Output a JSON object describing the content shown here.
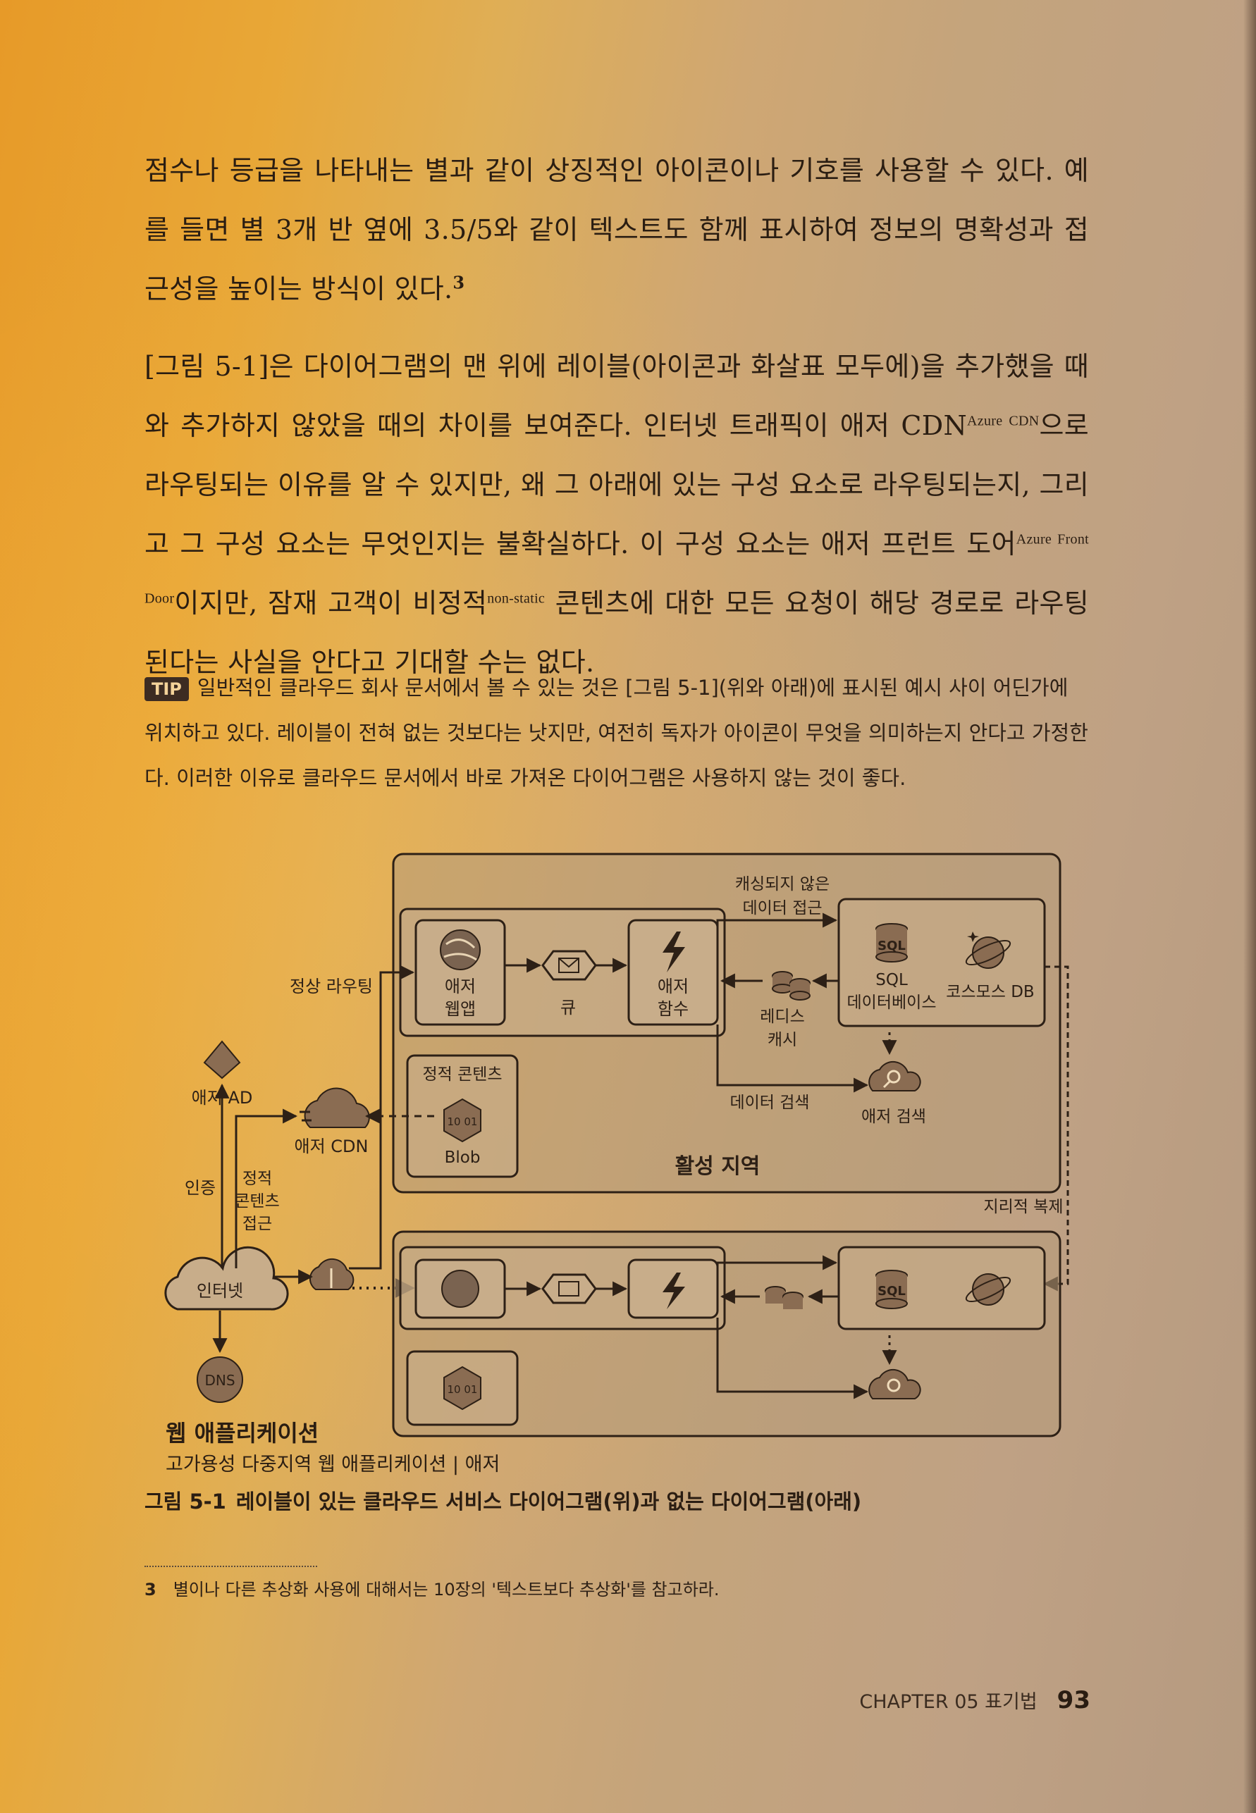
{
  "paragraph1": {
    "text": "점수나 등급을 나타내는 별과 같이 상징적인 아이콘이나 기호를 사용할 수 있다. 예를 들면 별 3개 반 옆에 3.5/5와 같이 텍스트도 함께 표시하여 정보의 명확성과 접근성을 높이는 방식이 있다.",
    "footnote_ref": "3"
  },
  "paragraph2": {
    "part1": "[그림 5-1]은 다이어그램의 맨 위에 레이블(아이콘과 화살표 모두에)을 추가했을 때와 추가하지 않았을 때의 차이를 보여준다. 인터넷 트래픽이 애저 CDN",
    "sup1": "Azure CDN",
    "part2": "으로 라우팅되는 이유를 알 수 있지만, 왜 그 아래에 있는 구성 요소로 라우팅되는지, 그리고 그 구성 요소는 무엇인지는 불확실하다. 이 구성 요소는 애저 프런트 도어",
    "sup2": "Azure Front Door",
    "part3": "이지만, 잠재 고객이 비정적",
    "sup3": "non-static",
    "part4": " 콘텐츠에 대한 모든 요청이 해당 경로로 라우팅된다는 사실을 안다고 기대할 수는 없다."
  },
  "tip": {
    "badge": "TIP",
    "text": "일반적인 클라우드 회사 문서에서 볼 수 있는 것은 [그림 5-1](위와 아래)에 표시된 예시 사이 어딘가에 위치하고 있다. 레이블이 전혀 없는 것보다는 낫지만, 여전히 독자가 아이콘이 무엇을 의미하는지 안다고 가정한다. 이러한 이유로 클라우드 문서에서 바로 가져온 다이어그램은 사용하지 않는 것이 좋다."
  },
  "diagram": {
    "normal_routing": "정상 라우팅",
    "uncached_line1": "캐싱되지 않은",
    "uncached_line2": "데이터 접근",
    "webapp_line1": "애저",
    "webapp_line2": "웹앱",
    "queue": "큐",
    "function_line1": "애저",
    "function_line2": "함수",
    "redis_line1": "레디스",
    "redis_line2": "캐시",
    "sql_icon": "SQL",
    "sql_line1": "SQL",
    "sql_line2": "데이터베이스",
    "cosmos": "코스모스 DB",
    "static_content": "정적 콘텐츠",
    "blob": "Blob",
    "blob_icon": "10 01",
    "data_search": "데이터 검색",
    "azure_search": "애저 검색",
    "active_region": "활성 지역",
    "geo_replication": "지리적 복제",
    "azure_ad": "애저 AD",
    "azure_cdn": "애저 CDN",
    "auth": "인증",
    "static_access_line1": "정적",
    "static_access_line2": "콘텐츠",
    "static_access_line3": "접근",
    "internet": "인터넷",
    "dns": "DNS",
    "app_title": "웹 애플리케이션",
    "app_subtitle": "고가용성 다중지역 웹 애플리케이션 | 애저"
  },
  "caption": {
    "number": "그림 5-1",
    "text": "레이블이 있는 클라우드 서비스 다이어그램(위)과 없는 다이어그램(아래)"
  },
  "footnote": {
    "number": "3",
    "text": "별이나 다른 추상화 사용에 대해서는 10장의 '텍스트보다 추상화'를 참고하라."
  },
  "footer": {
    "chapter": "CHAPTER 05 표기법",
    "page": "93"
  }
}
